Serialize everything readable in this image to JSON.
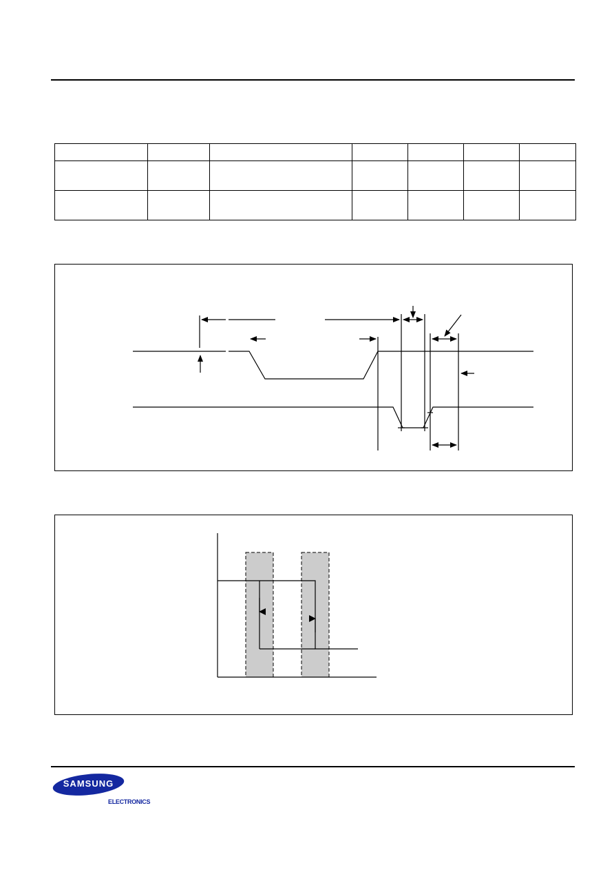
{
  "spec_table": {
    "columns": 7,
    "rows": 3
  },
  "timing_diagram": {
    "description_visible": false
  },
  "hysteresis_diagram": {
    "bands": 2
  },
  "footer": {
    "brand": "SAMSUNG",
    "division": "ELECTRONICS",
    "brand_color": "#1428a0"
  }
}
